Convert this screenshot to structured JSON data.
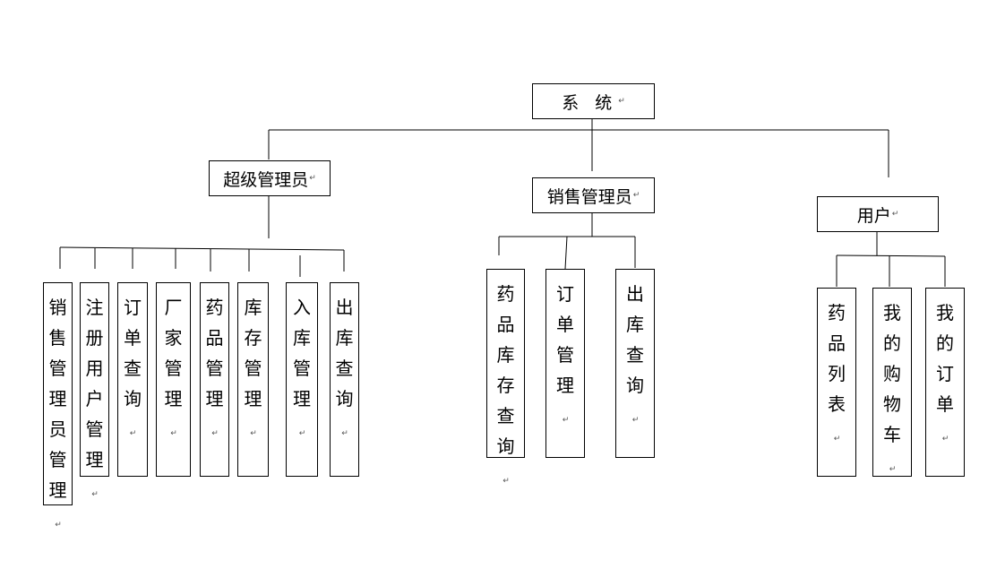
{
  "root": {
    "label": "系 统"
  },
  "branches": [
    {
      "label": "超级管理员",
      "children": [
        "销售管理员管理",
        "注册用户管理",
        "订单查询",
        "厂家管理",
        "药品管理",
        "库存管理",
        "入库管理",
        "出库查询"
      ]
    },
    {
      "label": "销售管理员",
      "children": [
        "药品库存查询",
        "订单管理",
        "出库查询"
      ]
    },
    {
      "label": "用户",
      "children": [
        "药品列表",
        "我的购物车",
        "我的订单"
      ]
    }
  ],
  "return_mark": "↵"
}
